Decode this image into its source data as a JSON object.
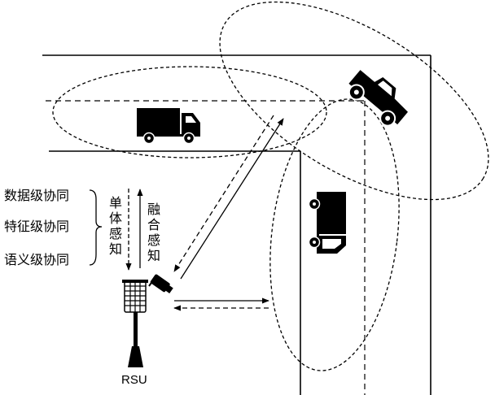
{
  "collaboration_levels": [
    "数据级协同",
    "特征级协同",
    "语义级协同"
  ],
  "single_sensing": "单体感知",
  "fusion_sensing": "融合感知",
  "rsu_label": "RSU",
  "icons": {
    "truck_top": "delivery-truck-icon",
    "pickup": "pickup-truck-icon",
    "truck_right": "delivery-truck-rotated-icon",
    "rsu_unit": "roadside-unit-icon",
    "camera": "camera-icon"
  }
}
